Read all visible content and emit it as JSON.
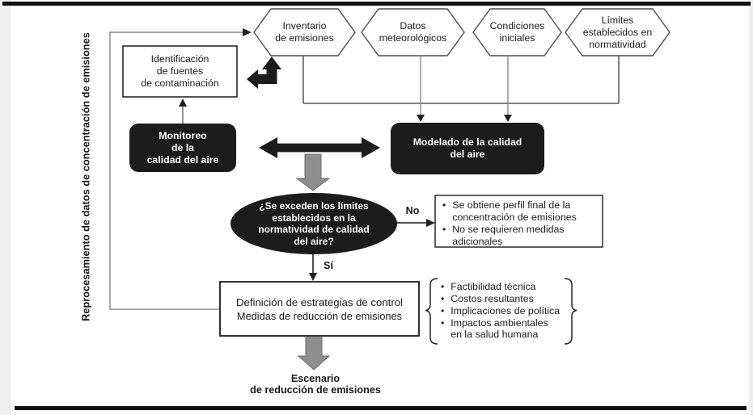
{
  "left_rail": {
    "label": "Reprocesamiento de datos de concentración de emisiones"
  },
  "hexagons": [
    {
      "label": "Inventario\nde emisiones"
    },
    {
      "label": "Datos\nmeteorológicos"
    },
    {
      "label": "Condiciones\niniciales"
    },
    {
      "label": "Límites\nestablecidos en\nnormatividad"
    }
  ],
  "identification_box": {
    "label": "Identificación\nde fuentes\nde contaminación"
  },
  "monitoring_box": {
    "label": "Monitoreo\nde la\ncalidad del aire"
  },
  "modeling_box": {
    "label": "Modelado de la calidad\ndel aire"
  },
  "decision": {
    "question": "¿Se exceden los límites\nestablecidos en la\nnormatividad de calidad\ndel aire?",
    "no_label": "No",
    "yes_label": "Sí"
  },
  "no_outcome_box": {
    "items": [
      "Se obtiene perfil final de la\nconcentración de emisiones",
      "No se requieren medidas\nadicionales"
    ]
  },
  "strategy_box": {
    "title": "Definición de estrategias de control",
    "subtitle": "Medidas de reducción de emisiones"
  },
  "criteria": {
    "items": [
      "Factibilidad técnica",
      "Costos resultantes",
      "Implicaciones de política",
      "Impactos ambientales\nen la salud humana"
    ]
  },
  "final_outcome": {
    "label": "Escenario\nde reducción de emisiones"
  },
  "glyphs": {
    "bullet": "•"
  },
  "colors": {
    "node_fill": "#1c1c1c",
    "node_text": "#ffffff",
    "line_gray": "#8a8a8a",
    "line_dark": "#3a3a3a",
    "arrow_gray": "#8f8f8f"
  }
}
